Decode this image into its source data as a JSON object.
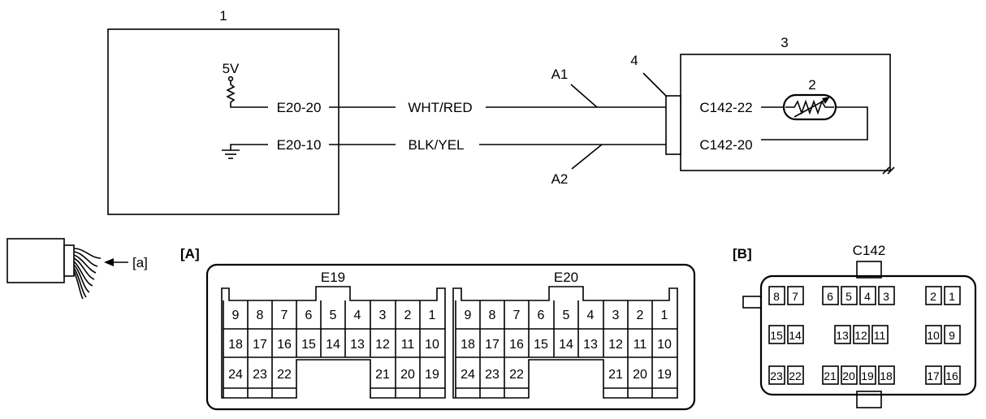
{
  "callouts": {
    "ecm": "1",
    "sensor": "2",
    "housing": "3",
    "connector": "4",
    "wire_a1": "A1",
    "wire_a2": "A2",
    "arrow_a": "[a]"
  },
  "supply": {
    "voltage": "5V"
  },
  "terminals": {
    "ecm_sig": "E20-20",
    "ecm_gnd": "E20-10",
    "sens_sig": "C142-22",
    "sens_gnd": "C142-20"
  },
  "wires": {
    "signal": "WHT/RED",
    "ground": "BLK/YEL"
  },
  "views": {
    "a": "[A]",
    "b": "[B]"
  },
  "connectors": {
    "e19": "E19",
    "e20": "E20",
    "c142": "C142",
    "row1": [
      "9",
      "8",
      "7",
      "6",
      "5",
      "4",
      "3",
      "2",
      "1"
    ],
    "row2": [
      "18",
      "17",
      "16",
      "15",
      "14",
      "13",
      "12",
      "11",
      "10"
    ],
    "row3_left": [
      "24",
      "23",
      "22"
    ],
    "row3_right": [
      "21",
      "20",
      "19"
    ],
    "b_row1": [
      "8",
      "7",
      "6",
      "5",
      "4",
      "3",
      "2",
      "1"
    ],
    "b_row2": [
      "15",
      "14",
      "13",
      "12",
      "11",
      "10",
      "9"
    ],
    "b_row3": [
      "23",
      "22",
      "21",
      "20",
      "19",
      "18",
      "17",
      "16"
    ]
  }
}
